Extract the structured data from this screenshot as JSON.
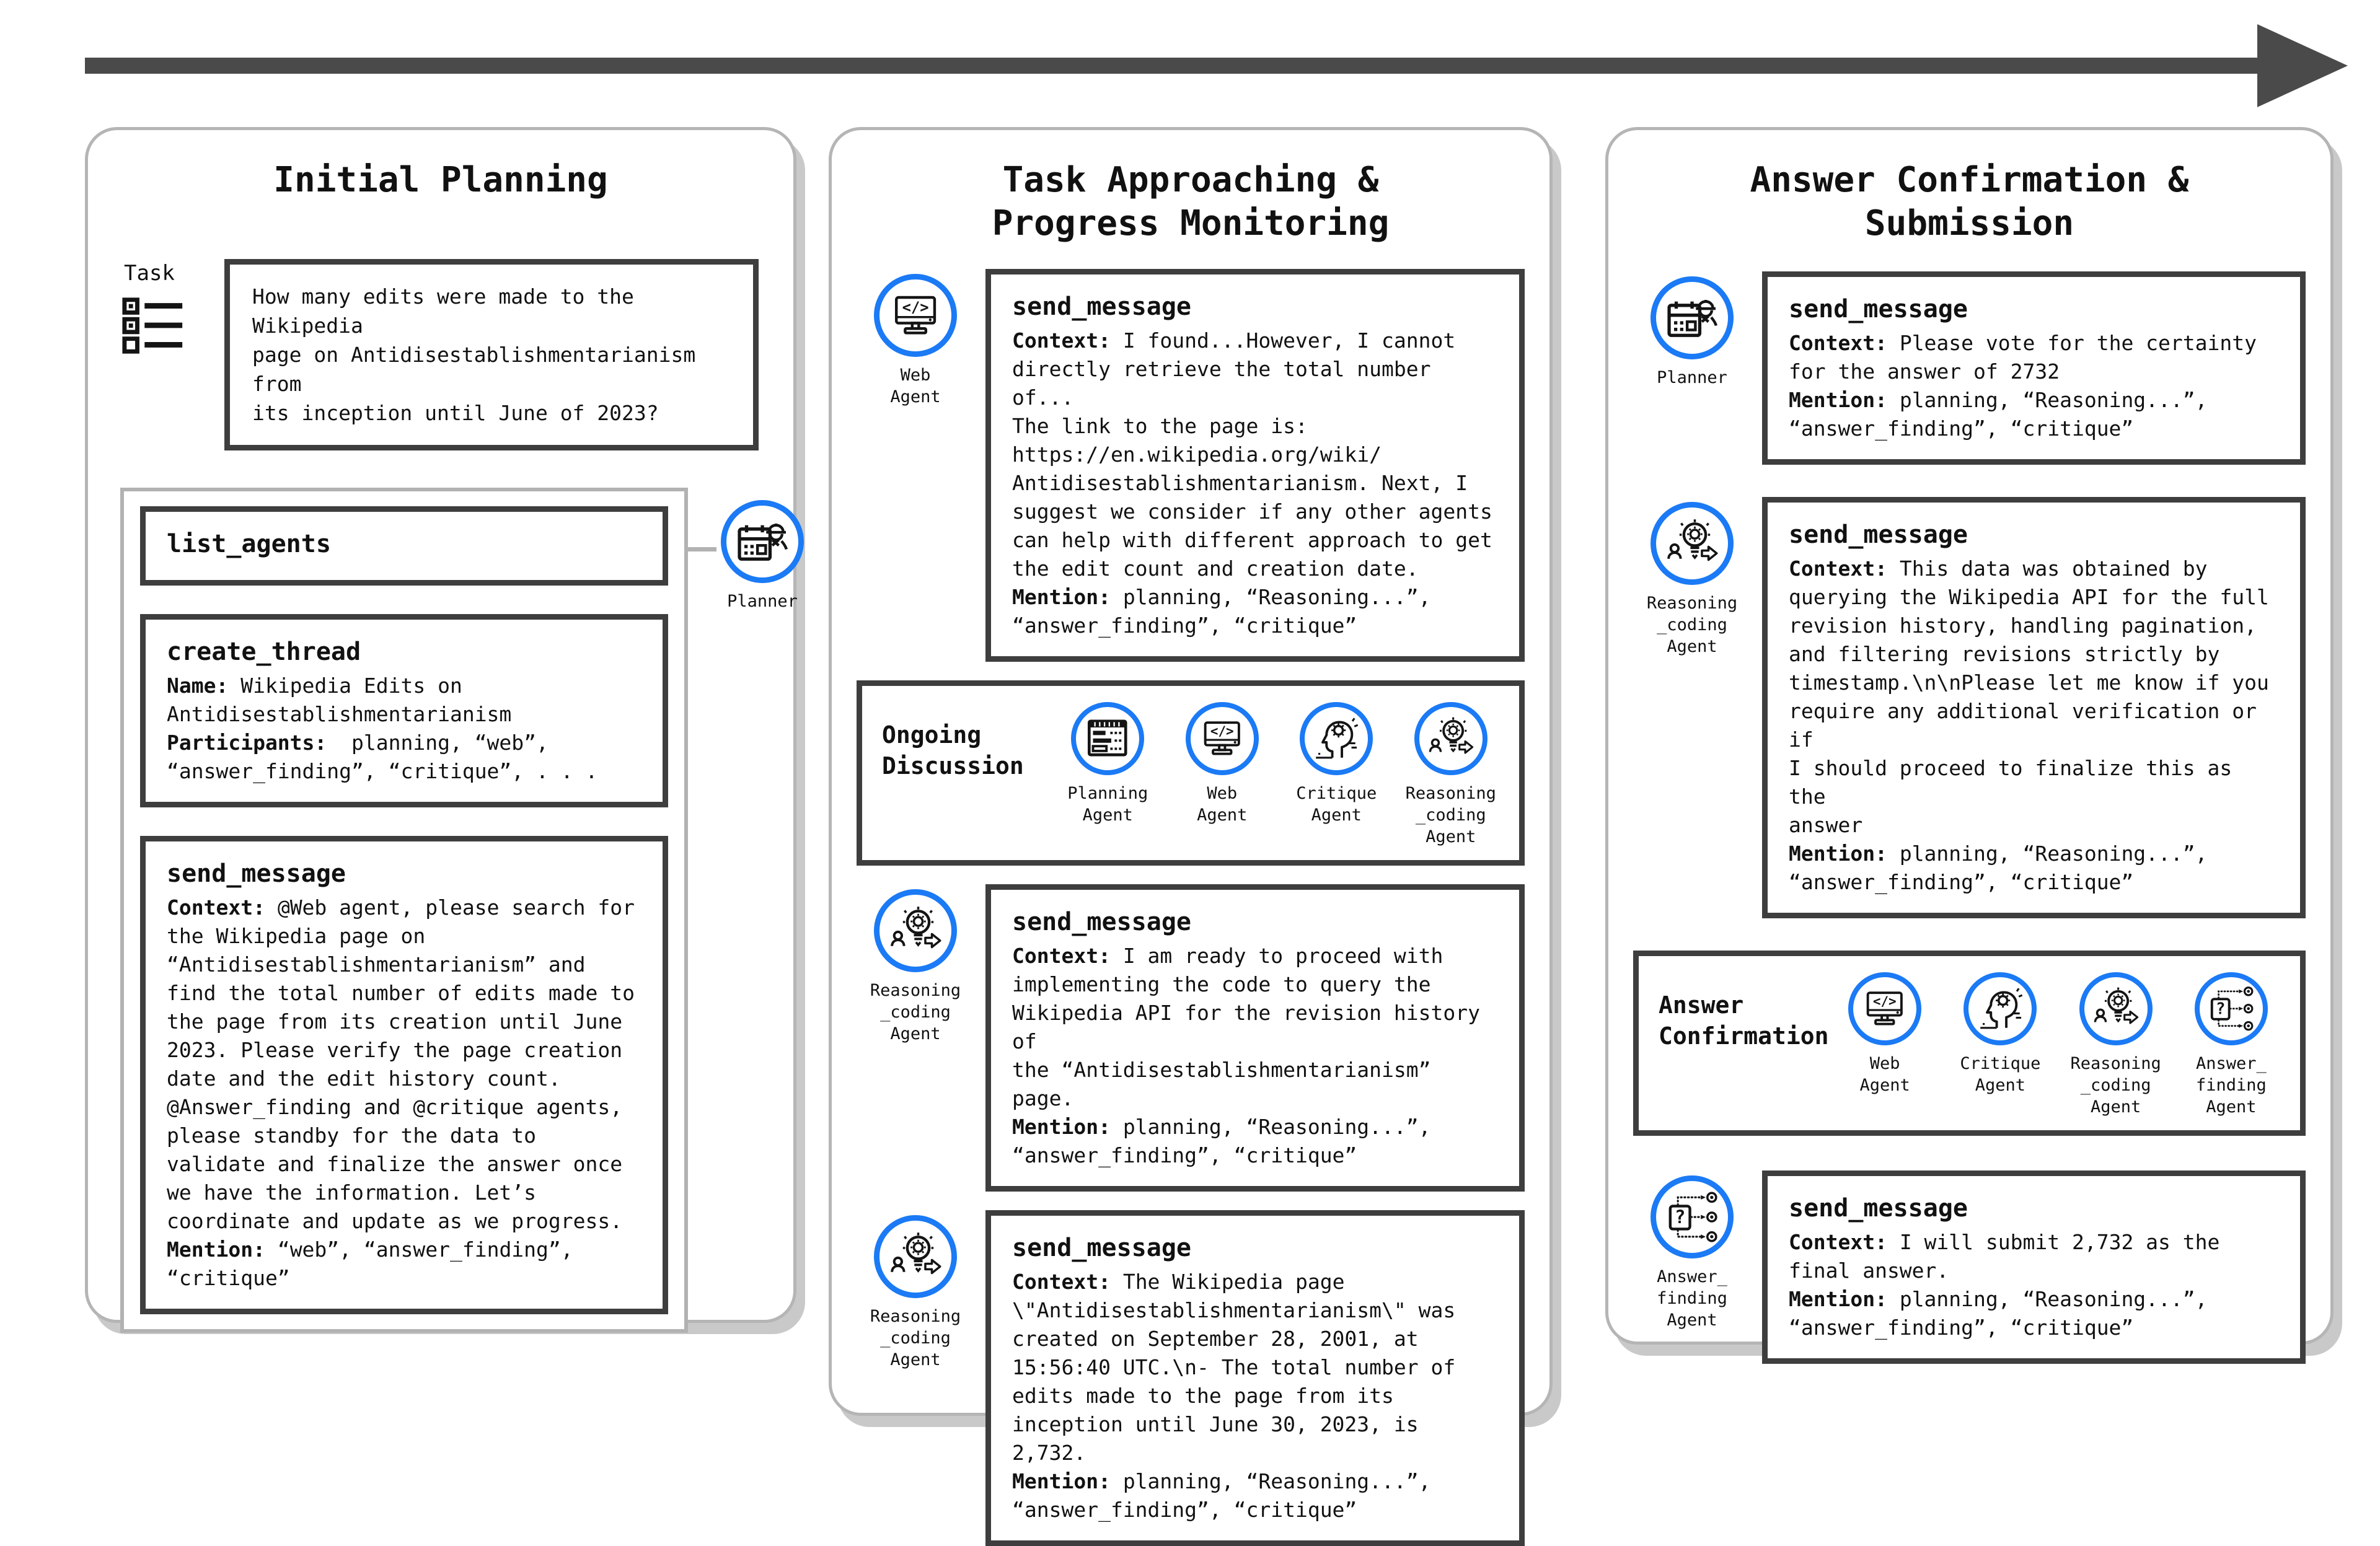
{
  "colors": {
    "accent_blue": "#1b7af5",
    "box_border": "#3e3e3e",
    "panel_border": "#b5b5b5",
    "arrow_gray": "#4a4a4a"
  },
  "panel1": {
    "title": "Initial Planning",
    "task_label": "Task",
    "task_text": "How many edits were made to the Wikipedia\npage on Antidisestablishmentarianism from\nits inception until June of 2023?",
    "list_agents_tool": "list_agents",
    "planner_label": "Planner",
    "create_thread": {
      "tool": "create_thread",
      "name_label": "Name:",
      "name_text": " Wikipedia Edits on\nAntidisestablishmentarianism",
      "participants_label": "Participants:",
      "participants_text": "  planning, “web”,\n“answer_finding”, “critique”, . . ."
    },
    "send_message": {
      "tool": "send_message",
      "context_label": "Context:",
      "context_text": " @Web agent, please search for\nthe Wikipedia page on\n“Antidisestablishmentarianism” and\nfind the total number of edits made to\nthe page from its creation until June\n2023. Please verify the page creation\ndate and the edit history count.\n@Answer_finding and @critique agents,\nplease standby for the data to\nvalidate and finalize the answer once\nwe have the information. Let’s\ncoordinate and update as we progress.",
      "mention_label": "Mention:",
      "mention_text": " “web”, “answer_finding”,\n“critique”"
    }
  },
  "panel2": {
    "title": "Task Approaching &\nProgress Monitoring",
    "web_agent_label": "Web\nAgent",
    "reasoning_agent_label": "Reasoning\n_coding\nAgent",
    "msg1": {
      "tool": "send_message",
      "context_label": "Context:",
      "context_text": " I found...However, I cannot\ndirectly retrieve the total number of...\nThe link to the page is:\nhttps://en.wikipedia.org/wiki/\nAntidisestablishmentarianism. Next, I\nsuggest we consider if any other agents\ncan help with different approach to get\nthe edit count and creation date.",
      "mention_label": "Mention:",
      "mention_text": " planning, “Reasoning...”,\n“answer_finding”, “critique”"
    },
    "ongoing": {
      "label": "Ongoing\nDiscussion",
      "agents": [
        {
          "label": "Planning\nAgent"
        },
        {
          "label": "Web\nAgent"
        },
        {
          "label": "Critique\nAgent"
        },
        {
          "label": "Reasoning\n_coding\nAgent"
        }
      ]
    },
    "msg2": {
      "tool": "send_message",
      "context_label": "Context:",
      "context_text": " I am ready to proceed with\nimplementing the code to query the\nWikipedia API for the revision history of\nthe “Antidisestablishmentarianism” page.",
      "mention_label": "Mention:",
      "mention_text": " planning, “Reasoning...”,\n“answer_finding”, “critique”"
    },
    "msg3": {
      "tool": "send_message",
      "context_label": "Context:",
      "context_text": " The Wikipedia page\n\\\"Antidisestablishmentarianism\\\" was\ncreated on September 28, 2001, at\n15:56:40 UTC.\\n- The total number of\nedits made to the page from its\ninception until June 30, 2023, is 2,732.",
      "mention_label": "Mention:",
      "mention_text": " planning, “Reasoning...”,\n“answer_finding”, “critique”"
    }
  },
  "panel3": {
    "title": "Answer Confirmation &\nSubmission",
    "planner_label": "Planner",
    "reasoning_agent_label": "Reasoning\n_coding\nAgent",
    "answer_agent_label": "Answer_\nfinding\nAgent",
    "msg1": {
      "tool": "send_message",
      "context_label": "Context:",
      "context_text": " Please vote for the certainty\nfor the answer of 2732",
      "mention_label": "Mention:",
      "mention_text": " planning, “Reasoning...”,\n“answer_finding”, “critique”"
    },
    "msg2": {
      "tool": "send_message",
      "context_label": "Context:",
      "context_text": " This data was obtained by\nquerying the Wikipedia API for the full\nrevision history, handling pagination,\nand filtering revisions strictly by\ntimestamp.\\n\\nPlease let me know if you\nrequire any additional verification or if\nI should proceed to finalize this as the\nanswer",
      "mention_label": "Mention:",
      "mention_text": " planning, “Reasoning...”,\n“answer_finding”, “critique”"
    },
    "confirmation": {
      "label": "Answer\nConfirmation",
      "agents": [
        {
          "label": "Web\nAgent"
        },
        {
          "label": "Critique\nAgent"
        },
        {
          "label": "Reasoning\n_coding\nAgent"
        },
        {
          "label": "Answer_\nfinding\nAgent"
        }
      ]
    },
    "msg3": {
      "tool": "send_message",
      "context_label": "Context:",
      "context_text": " I will submit 2,732 as the\nfinal answer.",
      "mention_label": "Mention:",
      "mention_text": " planning, “Reasoning...”,\n“answer_finding”, “critique”"
    }
  }
}
